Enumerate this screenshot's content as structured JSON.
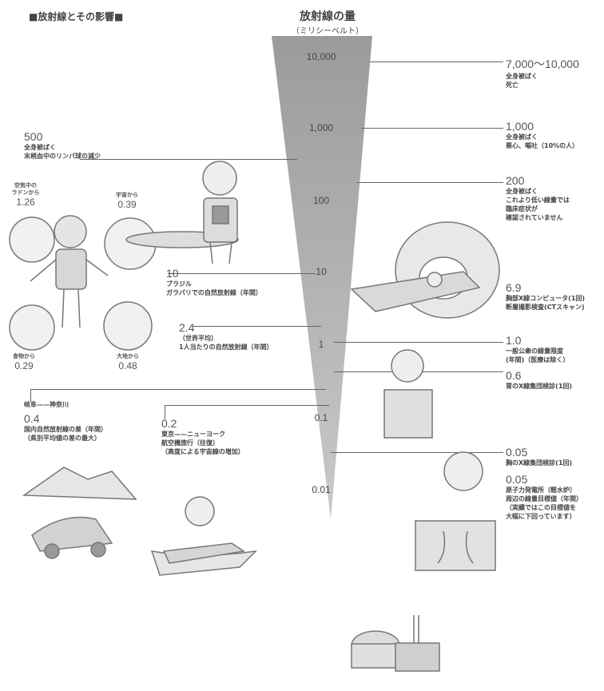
{
  "header": {
    "title": "■放射線とその影響■",
    "scale_title": "放射線の量",
    "scale_unit": "（ミリシーベルト）"
  },
  "scale_ticks": [
    "10,000",
    "1,000",
    "100",
    "10",
    "1",
    "0.1",
    "0.01"
  ],
  "right_items": [
    {
      "value": "7,000〜10,000",
      "lines": [
        "全身被ばく",
        "死亡"
      ]
    },
    {
      "value": "1,000",
      "lines": [
        "全身被ばく",
        "悪心、嘔吐（10%の人）"
      ]
    },
    {
      "value": "200",
      "lines": [
        "全身被ばく",
        "これより低い線量では",
        "臨床症状が",
        "確認されていません"
      ]
    },
    {
      "value": "6.9",
      "lines": [
        "胸部X線コンピュータ(1回)",
        "断層撮影検査(CTスキャン)"
      ]
    },
    {
      "value": "1.0",
      "lines": [
        "一般公衆の線量限度",
        "(年間)（医療は除く）"
      ]
    },
    {
      "value": "0.6",
      "lines": [
        "胃のX線集団検診(1回)"
      ]
    },
    {
      "value": "0.05",
      "lines": [
        "胸のX線集団検診(1回)"
      ]
    },
    {
      "value": "0.05",
      "lines": [
        "原子力発電所（軽水炉）",
        "周辺の線量目標値（年間）",
        "（実績ではこの目標値を",
        "大幅に下回っています）"
      ]
    }
  ],
  "left_items": [
    {
      "value": "500",
      "lines": [
        "全身被ばく",
        "末梢血中のリンパ球の減少"
      ]
    },
    {
      "value": "10",
      "lines": [
        "ブラジル",
        "ガラパリでの自然放射線（年間）"
      ]
    },
    {
      "value": "2.4",
      "lines": [
        "（世界平均）",
        "1人当たりの自然放射線（年間）"
      ]
    },
    {
      "value": "0.4",
      "lines": [
        "国内自然放射線の差（年間）",
        "（県別平均値の差の最大）"
      ],
      "header": "岐阜——神奈川"
    },
    {
      "value": "0.2",
      "lines": [
        "東京——ニューヨーク",
        "航空機旅行（往復）",
        "（高度による宇宙線の増加）"
      ]
    }
  ],
  "natural_sources": [
    {
      "label": "宇宙から",
      "value": "0.39"
    },
    {
      "label": "空気中の",
      "label2": "ラドンから",
      "value": "1.26"
    },
    {
      "label": "食物から",
      "value": "0.29"
    },
    {
      "label": "大地から",
      "value": "0.48"
    }
  ],
  "colors": {
    "wedge": "#a9a9a9",
    "text": "#444444"
  }
}
